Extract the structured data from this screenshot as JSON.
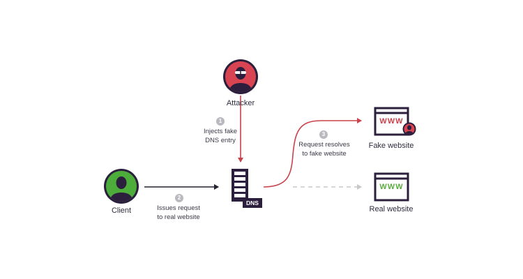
{
  "nodes": {
    "attacker": {
      "label": "Attacker"
    },
    "client": {
      "label": "Client"
    },
    "dns": {
      "label": "DNS"
    },
    "fake_site": {
      "label": "Fake website",
      "badge": "WWW"
    },
    "real_site": {
      "label": "Real website",
      "badge": "WWW"
    }
  },
  "steps": [
    {
      "number": "1",
      "line1": "Injects fake",
      "line2": "DNS entry"
    },
    {
      "number": "2",
      "line1": "Issues request",
      "line2": "to real website"
    },
    {
      "number": "3",
      "line1": "Request resolves",
      "line2": "to fake website"
    }
  ],
  "colors": {
    "attacker": "#d94452",
    "client": "#4dad3b",
    "dark": "#2b1f3d",
    "fake_accent": "#c9424c",
    "real_accent": "#5aab3f",
    "muted_arrow": "#c8c8c8"
  }
}
